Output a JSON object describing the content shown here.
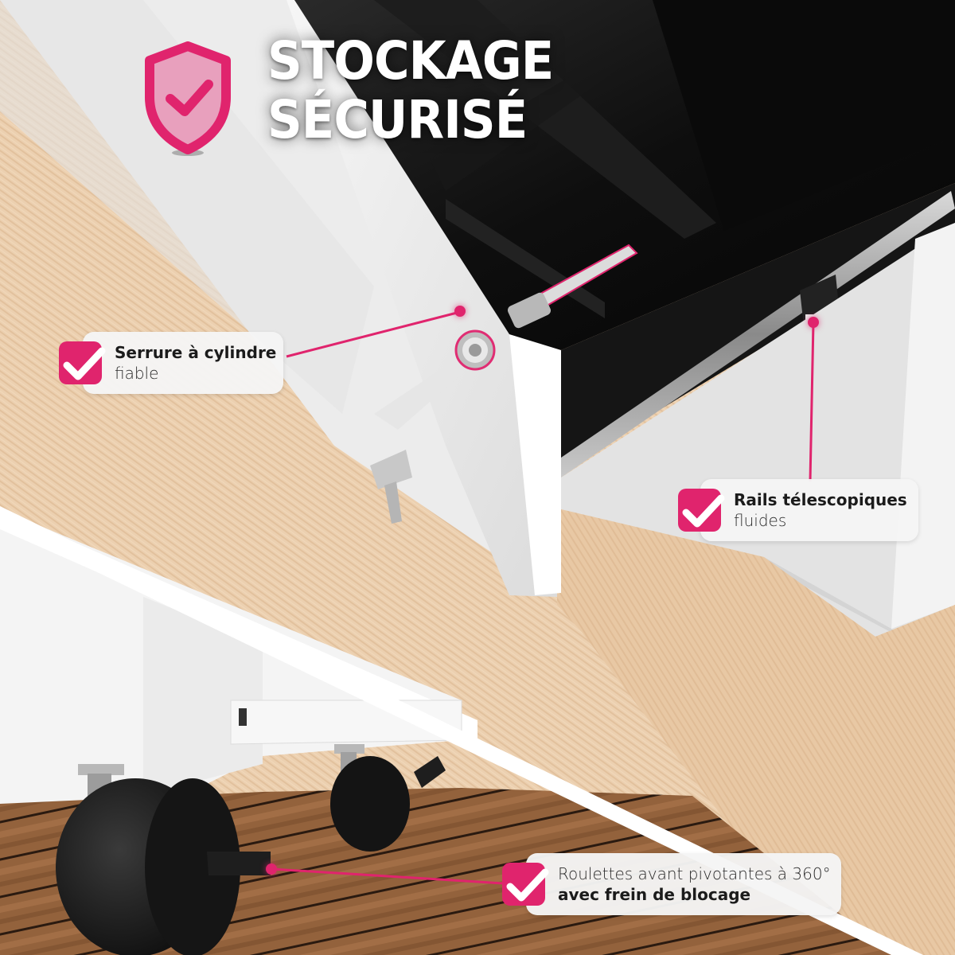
{
  "headline": {
    "line1": "STOCKAGE",
    "line2": "SÉCURISÉ",
    "icon": "shield-check-icon"
  },
  "colors": {
    "accent": "#e0246d",
    "accent_light": "#e8a0bd",
    "callout_bg": "#f5f5f5",
    "text_dark": "#1b1b1b",
    "wood_light": "#e8c9a6",
    "wood_floor": "#8a5a34",
    "cabinet_white": "#f2f2f2",
    "drawer_black": "#111111"
  },
  "callouts": [
    {
      "title": "Serrure à cylindre",
      "subtitle": "fiable",
      "icon": "checkbox-check-icon"
    },
    {
      "title": "Rails télescopiques",
      "subtitle": "fluides",
      "icon": "checkbox-check-icon"
    },
    {
      "line1": "Roulettes avant pivotantes à 360°",
      "line2": "avec frein de blocage",
      "icon": "checkbox-check-icon"
    }
  ]
}
